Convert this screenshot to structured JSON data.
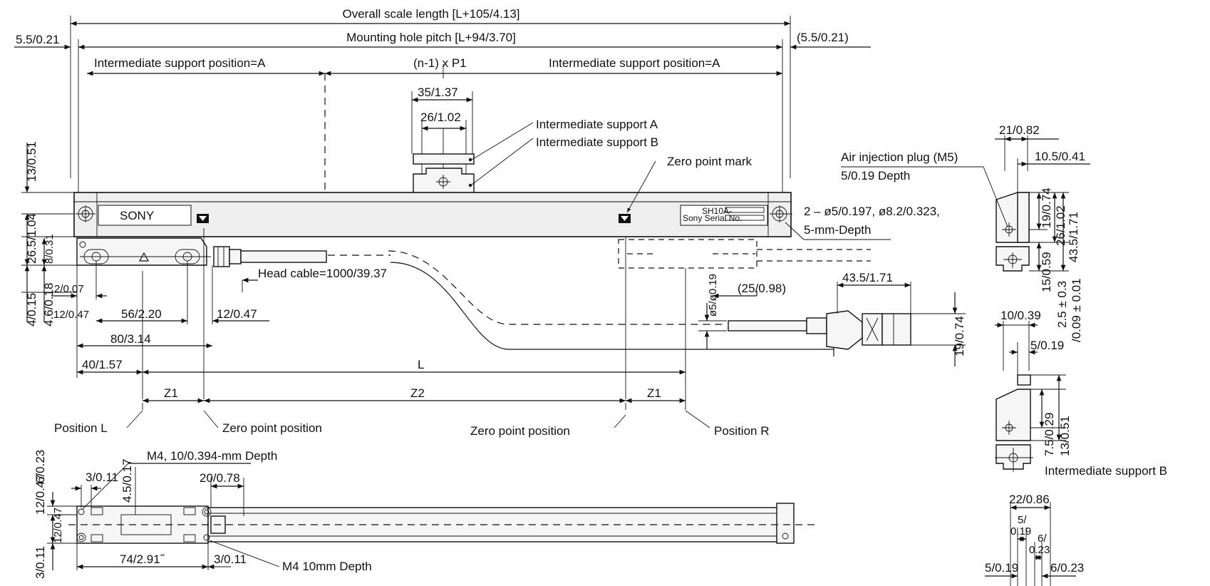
{
  "labels": {
    "overall_length": "Overall scale length [L+105/4.13]",
    "mounting_pitch": "Mounting hole pitch [L+94/3.70]",
    "left_offset": "5.5/0.21",
    "right_offset": "(5.5/0.21)",
    "support_pos_left": "Intermediate support position=A",
    "n_p1": "(n-1) x P1",
    "support_pos_right": "Intermediate support position=A",
    "d35": "35/1.37",
    "d26": "26/1.02",
    "support_a": "Intermediate support A",
    "support_b": "Intermediate support B",
    "zero_mark": "Zero point mark",
    "sony": "SONY",
    "model": "SH10A-",
    "serial": "Sony Serial No.",
    "holes_line1": "2 – ø5/0.197, ø8.2/0.323,",
    "holes_line2": "5-mm-Depth",
    "h13": "13/0.51",
    "h265": "26.5/1.04",
    "h8": "8/0.31",
    "h4": "4/0.15",
    "h46": "4.6/0.18",
    "d2": "2/0.07",
    "d12s": "12/0.47",
    "d56": "56/2.20",
    "d12": "12/0.47",
    "d80": "80/3.14",
    "d40": "40/1.57",
    "head_cable": "Head cable=1000/39.37",
    "d25": "(25/0.98)",
    "d5dia": "ø5/ø0.19",
    "d435": "43.5/1.71",
    "d19": "19/0.74",
    "L": "L",
    "Z1": "Z1",
    "Z2": "Z2",
    "Z1b": "Z1",
    "pos_l": "Position L",
    "zero_pos_1": "Zero point position",
    "zero_pos_2": "Zero point position",
    "pos_r": "Position R",
    "m4_depth": "M4, 10/0.394-mm Depth",
    "b3a": "3/0.11",
    "b45": "4.5/0.17",
    "b20": "20/0.78",
    "b6": "6/0.23",
    "b12": "12/0.47",
    "b3b": "3/0.11",
    "b74": "74/2.91˝",
    "b3c": "3/0.11",
    "m4_10": "M4 10mm Depth",
    "r21": "21/0.82",
    "air_plug": "Air injection plug (M5)",
    "air_depth": "5/0.19 Depth",
    "r105": "10.5/0.41",
    "r19": "19/0.74",
    "r26": "26/1.02",
    "r435": "43.5/1.71",
    "r15": "15/0.59",
    "r25": "2.5 ± 0.3",
    "r009": "/0.09 ± 0.01",
    "r10": "10/0.39",
    "r5": "5/0.19",
    "r75": "7.5/0.29",
    "r13": "13/0.51",
    "int_b": "Intermediate support B",
    "r22": "22/0.86",
    "r5a": "5/",
    "r5b": "0.19",
    "r6a": "6/",
    "r6b": "0.23",
    "r5c": "5/0.19",
    "r6c": "6/0.23"
  }
}
